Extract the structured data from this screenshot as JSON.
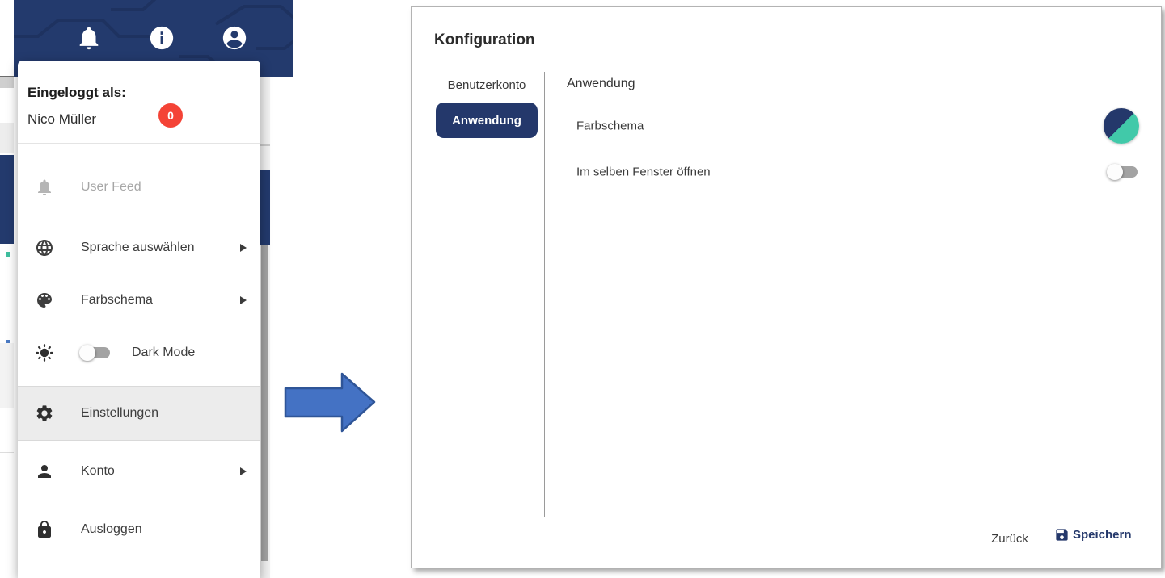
{
  "topbar": {
    "icons": [
      "bell-icon",
      "info-icon",
      "account-icon"
    ],
    "color": "#233a6d"
  },
  "user_menu": {
    "logged_in_as": "Eingeloggt als:",
    "user_name": "Nico Müller",
    "items": [
      {
        "label": "User Feed",
        "icon": "bell-icon",
        "badge": "0",
        "disabled": true
      },
      {
        "label": "Sprache auswählen",
        "icon": "globe-icon",
        "submenu": true
      },
      {
        "label": "Farbschema",
        "icon": "palette-icon",
        "submenu": true
      },
      {
        "label": "Dark Mode",
        "icon": "brightness-icon",
        "toggle": "off"
      },
      {
        "label": "Einstellungen",
        "icon": "gear-icon",
        "highlighted": true
      },
      {
        "label": "Konto",
        "icon": "person-icon",
        "submenu": true
      },
      {
        "label": "Ausloggen",
        "icon": "lock-icon"
      }
    ]
  },
  "dialog": {
    "title": "Konfiguration",
    "tabs": [
      {
        "label": "Benutzerkonto",
        "selected": false
      },
      {
        "label": "Anwendung",
        "selected": true
      }
    ],
    "section_title": "Anwendung",
    "settings": [
      {
        "label": "Farbschema",
        "control": "color-swatch",
        "swatch_colors": [
          "#24386b",
          "#41c9a9"
        ]
      },
      {
        "label": "Im selben Fenster öffnen",
        "control": "toggle",
        "state": "off"
      }
    ],
    "footer": {
      "back_label": "Zurück",
      "save_label": "Speichern"
    }
  },
  "colors": {
    "primary_navy": "#24386b",
    "accent_teal": "#41c9a9",
    "badge_red": "#f44336",
    "arrow_blue": "#4472c4"
  }
}
